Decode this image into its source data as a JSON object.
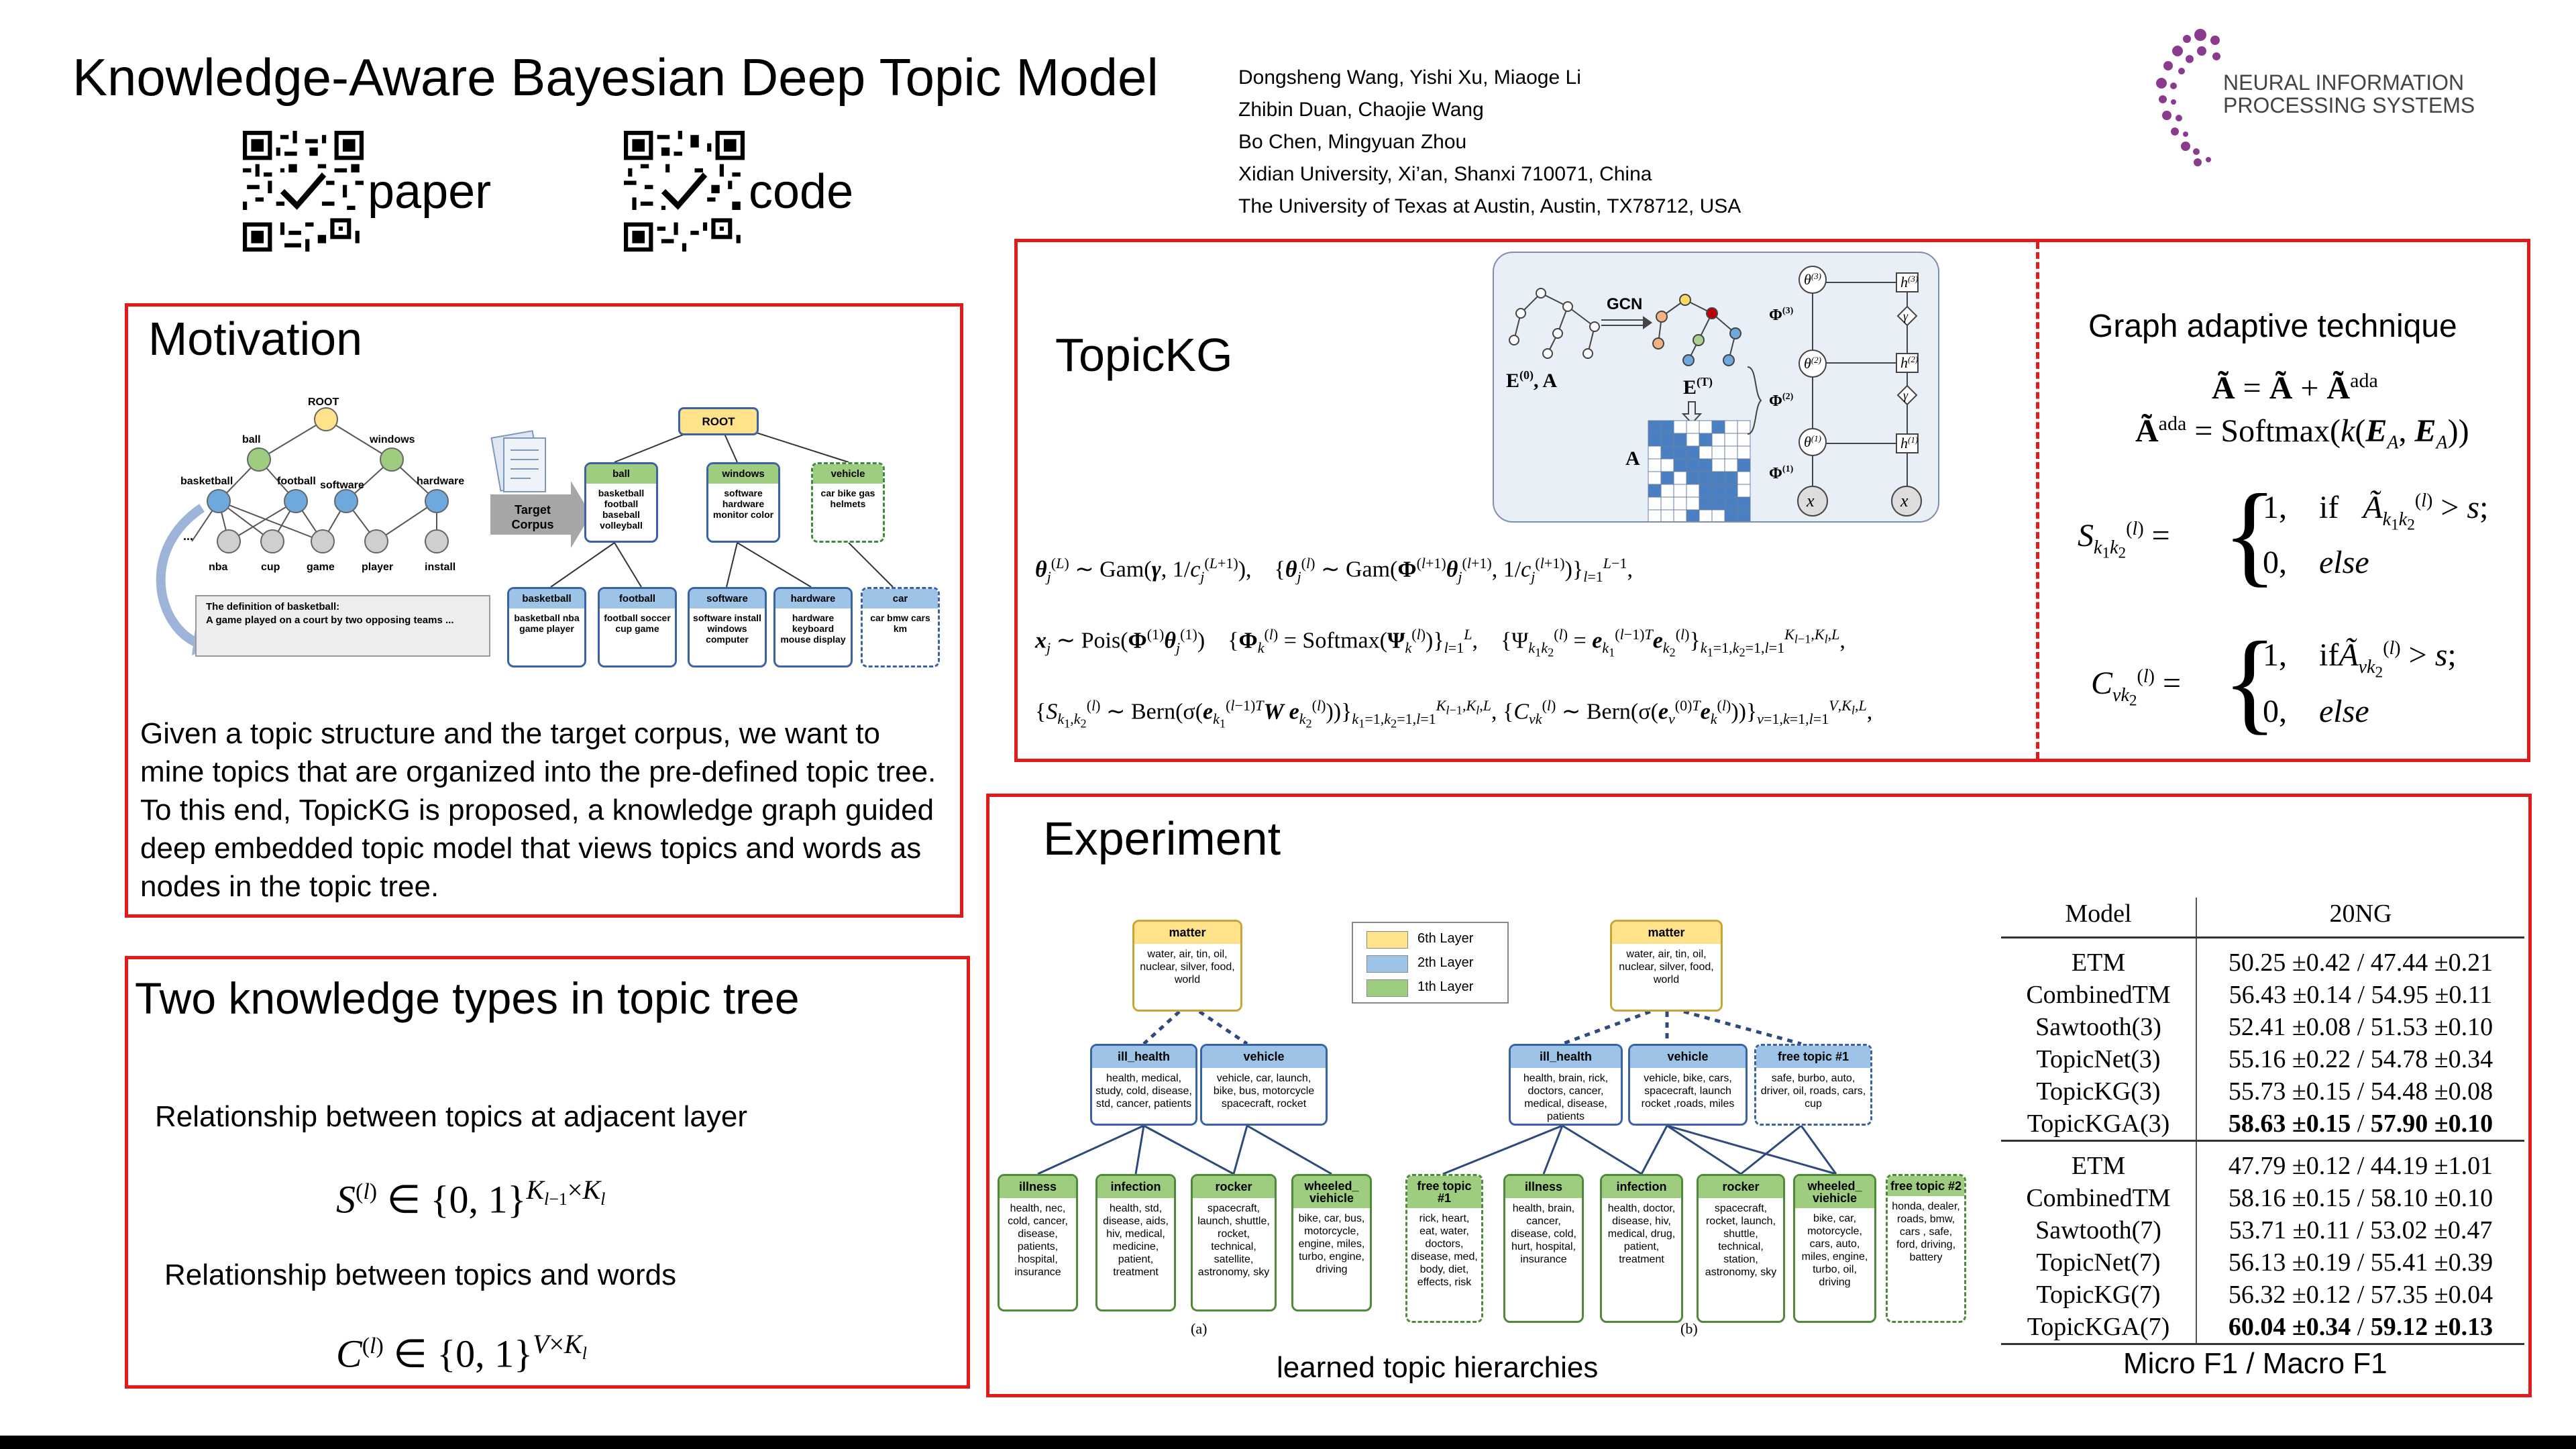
{
  "header": {
    "title": "Knowledge-Aware Bayesian Deep Topic Model",
    "qr_paper_label": "paper",
    "qr_code_label": "code",
    "authors": [
      "Dongsheng Wang, Yishi Xu, Miaoge Li",
      "Zhibin Duan, Chaojie Wang",
      "Bo Chen, Mingyuan Zhou",
      "Xidian University, Xi’an, Shanxi 710071, China",
      "The University of Texas at Austin, Austin, TX78712, USA"
    ],
    "logo_line1": "NEURAL INFORMATION",
    "logo_line2": "PROCESSING SYSTEMS"
  },
  "motivation": {
    "title": "Motivation",
    "text": "Given a topic structure and the target corpus, we want to mine topics that are organized into the pre-defined topic tree. To this end, TopicKG is proposed, a knowledge graph guided deep embedded topic model that views topics and words as nodes in the topic tree.",
    "fig": {
      "root": "ROOT",
      "ball": "ball",
      "windows": "windows",
      "basketball": "basketball",
      "football": "football",
      "software": "software",
      "hardware": "hardware",
      "ellipsis": "...",
      "words": [
        "nba",
        "cup",
        "game",
        "player",
        "install"
      ],
      "def_title": "The definition of basketball:",
      "def_text": "A game played on a court by two opposing teams ...",
      "target_corpus": "Target Corpus",
      "right_root": "ROOT",
      "top_boxes": [
        {
          "head": "ball",
          "body": "basketball football baseball volleyball"
        },
        {
          "head": "windows",
          "body": "software hardware monitor color"
        },
        {
          "head": "vehicle",
          "body": "car bike gas helmets"
        }
      ],
      "bottom_boxes": [
        {
          "head": "basketball",
          "body": "basketball nba game player"
        },
        {
          "head": "football",
          "body": "football soccer cup game"
        },
        {
          "head": "software",
          "body": "software install windows computer"
        },
        {
          "head": "hardware",
          "body": "hardware keyboard mouse display"
        },
        {
          "head": "car",
          "body": "car bmw cars km"
        }
      ]
    }
  },
  "knowledge": {
    "title": "Two knowledge types in topic tree",
    "rel1": "Relationship between topics at adjacent layer",
    "rel2": "Relationship between topics and words"
  },
  "topickg": {
    "title": "TopicKG",
    "gcn": "GCN",
    "adaptive_title": "Graph adaptive technique"
  },
  "experiment": {
    "title": "Experiment",
    "caption_left": "learned topic hierarchies",
    "caption_right": "Micro F1 / Macro F1",
    "legend": [
      "6th Layer",
      "2th Layer",
      "1th Layer"
    ],
    "sub_a": "(a)",
    "sub_b": "(b)",
    "fig_a": {
      "top": {
        "head": "matter",
        "body": "water, air, tin, oil, nuclear, silver, food, world"
      },
      "mid": [
        {
          "head": "ill_health",
          "body": "health, medical, study, cold, disease, std, cancer, patients"
        },
        {
          "head": "vehicle",
          "body": "vehicle, car, launch, bike, bus, motorcycle spacecraft, rocket"
        }
      ],
      "low": [
        {
          "head": "illness",
          "body": "health, nec, cold, cancer, disease, patients, hospital, insurance"
        },
        {
          "head": "infection",
          "body": "health, std, disease, aids, hiv, medical, medicine, patient, treatment"
        },
        {
          "head": "rocker",
          "body": "spacecraft, launch, shuttle, rocket, technical, satellite, astronomy, sky"
        },
        {
          "head": "wheeled_ viehicle",
          "body": "bike, car, bus, motorcycle, engine, miles, turbo, engine, driving"
        }
      ]
    },
    "fig_b": {
      "top": {
        "head": "matter",
        "body": "water, air, tin, oil, nuclear, silver, food, world"
      },
      "mid": [
        {
          "head": "ill_health",
          "body": "health, brain, rick, doctors, cancer, medical, disease, patients"
        },
        {
          "head": "vehicle",
          "body": "vehicle, bike, cars, spacecraft, launch rocket ,roads, miles"
        },
        {
          "head": "free topic #1",
          "body": "safe, burbo, auto, driver, oil, roads, cars, cup"
        }
      ],
      "low": [
        {
          "head": "free topic #1",
          "body": "rick, heart, eat, water, doctors, disease, med, body, diet, effects, risk"
        },
        {
          "head": "illness",
          "body": "health, brain, cancer, disease, cold, hurt, hospital, insurance"
        },
        {
          "head": "infection",
          "body": "health, doctor, disease, hiv, medical, drug, patient, treatment"
        },
        {
          "head": "rocker",
          "body": "spacecraft, rocket, launch, shuttle, technical, station, astronomy, sky"
        },
        {
          "head": "wheeled_ viehicle",
          "body": "bike, car, motorcycle, cars, auto, miles, engine, turbo, oil, driving"
        },
        {
          "head": "free topic #2",
          "body": "honda, dealer, roads, bmw, cars , safe, ford, driving, battery"
        }
      ]
    },
    "table": {
      "col_model": "Model",
      "col_dataset": "20NG",
      "group1": [
        {
          "model": "ETM",
          "micro": "50.25 ±0.42",
          "macro": "47.44 ±0.21",
          "bold": false
        },
        {
          "model": "CombinedTM",
          "micro": "56.43 ±0.14",
          "macro": "54.95 ±0.11",
          "bold": false
        },
        {
          "model": "Sawtooth(3)",
          "micro": "52.41 ±0.08",
          "macro": "51.53 ±0.10",
          "bold": false
        },
        {
          "model": "TopicNet(3)",
          "micro": "55.16 ±0.22",
          "macro": "54.78 ±0.34",
          "bold": false
        },
        {
          "model": "TopicKG(3)",
          "micro": "55.73 ±0.15",
          "macro": "54.48 ±0.08",
          "bold": false
        },
        {
          "model": "TopicKGA(3)",
          "micro": "58.63 ±0.15",
          "macro": "57.90 ±0.10",
          "bold": true
        }
      ],
      "group2": [
        {
          "model": "ETM",
          "micro": "47.79 ±0.12",
          "macro": "44.19 ±1.01",
          "bold": false
        },
        {
          "model": "CombinedTM",
          "micro": "58.16 ±0.15",
          "macro": "58.10 ±0.10",
          "bold": false
        },
        {
          "model": "Sawtooth(7)",
          "micro": "53.71 ±0.11",
          "macro": "53.02 ±0.47",
          "bold": false
        },
        {
          "model": "TopicNet(7)",
          "micro": "56.13 ±0.19",
          "macro": "55.41 ±0.39",
          "bold": false
        },
        {
          "model": "TopicKG(7)",
          "micro": "56.32 ±0.12",
          "macro": "57.35 ±0.04",
          "bold": false
        },
        {
          "model": "TopicKGA(7)",
          "micro": "60.04 ±0.34",
          "macro": "59.12 ±0.13",
          "bold": true
        }
      ]
    }
  }
}
